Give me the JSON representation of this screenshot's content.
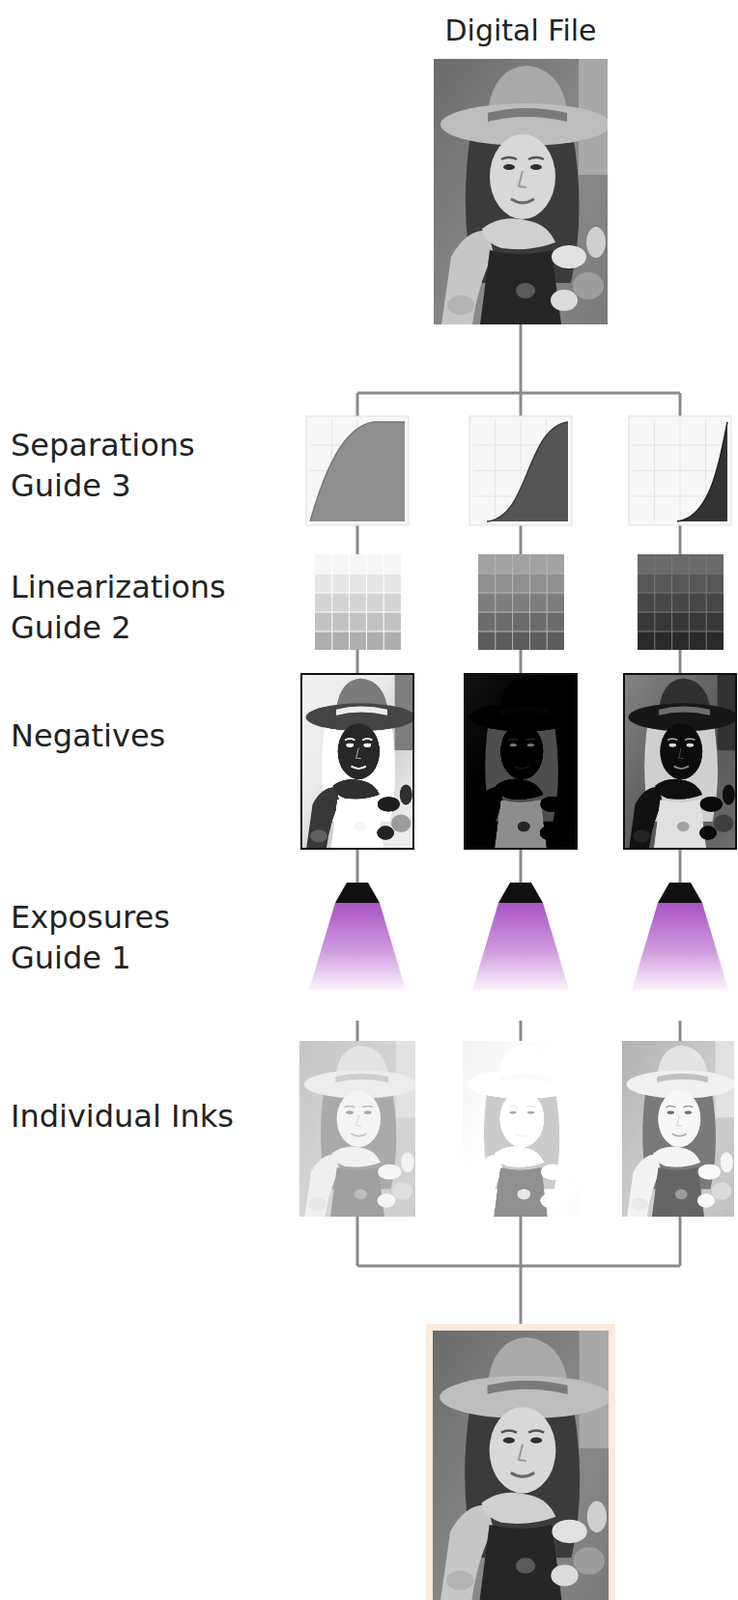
{
  "diagram": {
    "nodes": [
      {
        "text": [
          "Digital File"
        ]
      }
    ],
    "labels": [
      "Separations Guide 3",
      "Linearizations Guide 2",
      "Negatives",
      "Exposures Guide 1",
      "Individual Inks"
    ]
  }
}
